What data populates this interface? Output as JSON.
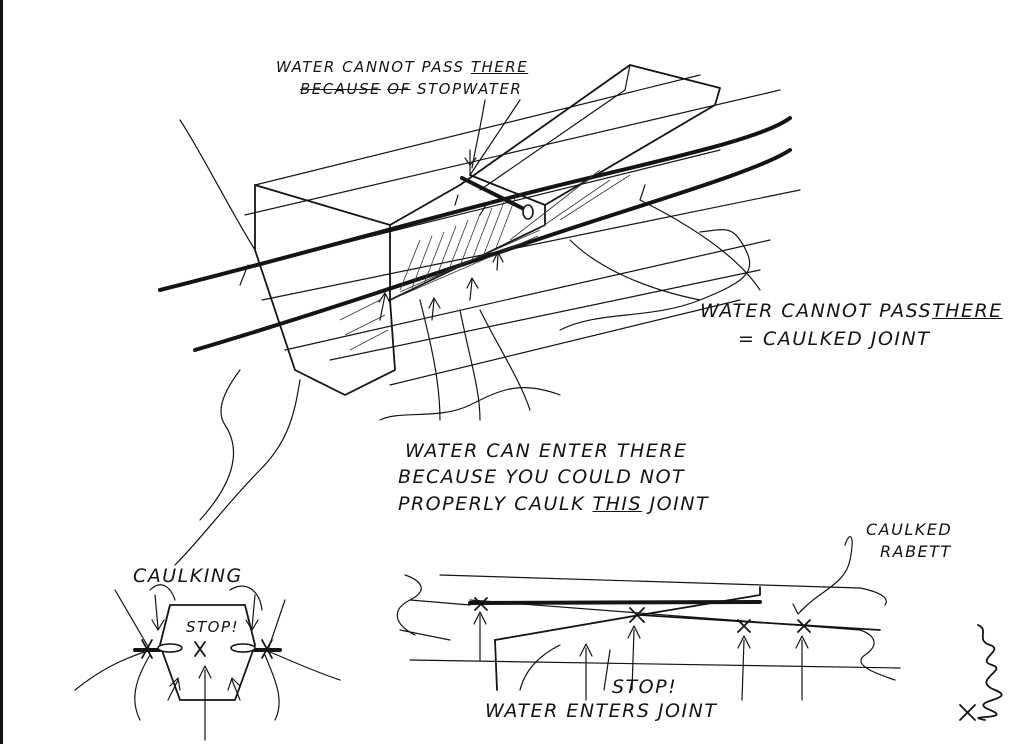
{
  "labels": {
    "stopwater_line1": "WATER CANNOT PASS",
    "stopwater_there": "THERE",
    "stopwater_line2_a": "BECAUSE",
    "stopwater_line2_struck": "OF",
    "stopwater_line2_b": "STOPWATER",
    "caulked_line1": "WATER CANNOT PASS",
    "caulked_there": "THERE",
    "caulked_line2": "= CAULKED JOINT",
    "enter_line1": "WATER CAN ENTER THERE",
    "enter_line2": "BECAUSE YOU COULD NOT",
    "enter_line3_a": "PROPERLY CAULK",
    "enter_line3_this": "THIS",
    "enter_line3_b": "JOINT",
    "caulking": "CAULKING",
    "stop_section": "STOP!",
    "caulked_rabett_line1": "CAULKED",
    "caulked_rabett_line2": "RABETT",
    "stop_bottom": "STOP!",
    "water_enters_joint": "WATER ENTERS JOINT"
  }
}
